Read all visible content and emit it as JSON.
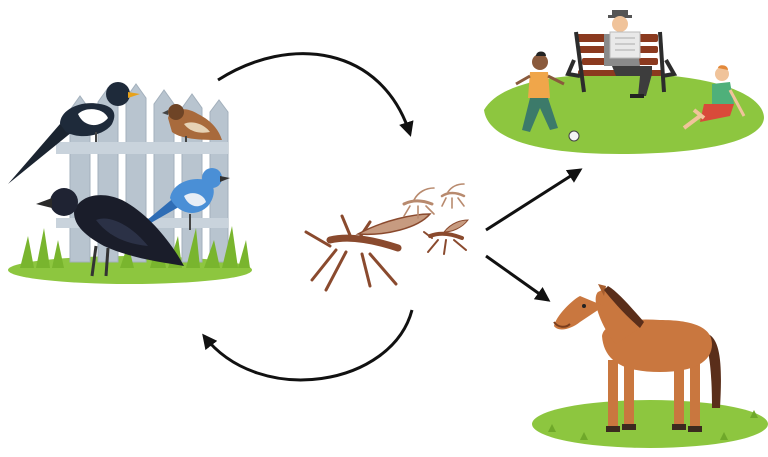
{
  "diagram": {
    "nodes": [
      {
        "id": "birds",
        "icon": "birds-on-fence-icon"
      },
      {
        "id": "mosquitoes",
        "icon": "mosquito-icon"
      },
      {
        "id": "people",
        "icon": "people-in-park-icon"
      },
      {
        "id": "horse",
        "icon": "horse-icon"
      }
    ],
    "edges": [
      {
        "from": "birds",
        "to": "mosquitoes",
        "style": "curved"
      },
      {
        "from": "mosquitoes",
        "to": "birds",
        "style": "curved"
      },
      {
        "from": "mosquitoes",
        "to": "people",
        "style": "straight"
      },
      {
        "from": "mosquitoes",
        "to": "horse",
        "style": "straight"
      }
    ],
    "colors": {
      "grass": "#8dc63f",
      "fence": "#b8c4cf",
      "horse": "#c9773f",
      "mosquito": "#8a4a2e",
      "arrow": "#111111"
    }
  }
}
